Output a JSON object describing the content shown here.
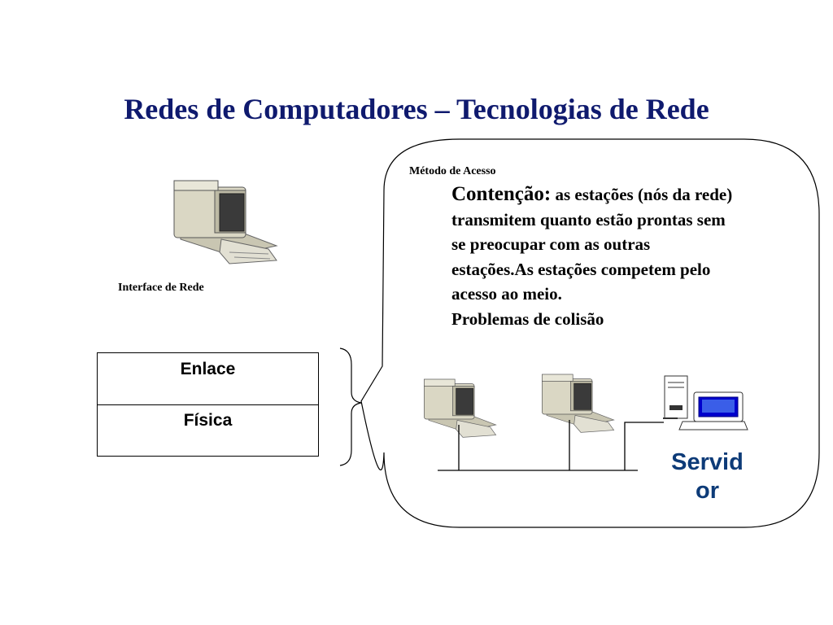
{
  "slide": {
    "title": "Redes de Computadores – Tecnologias de Rede"
  },
  "labels": {
    "interface": "Interface de Rede",
    "metodo": "Método de Acesso",
    "server_line1": "Servid",
    "server_line2": "or"
  },
  "callout": {
    "heading": "Contenção:",
    "line1_rest": " as estações (nós da rede)",
    "line2": "transmitem quanto estão prontas sem",
    "line3": "se preocupar com as outras",
    "line4": "estações.As estações competem pelo",
    "line5": "acesso ao meio.",
    "line6": "Problemas de colisão"
  },
  "layers": [
    "Enlace",
    "Física"
  ],
  "colors": {
    "title": "#0f1a6e",
    "server_label": "#0d3b78",
    "monitor_screen": "#0000cc"
  }
}
